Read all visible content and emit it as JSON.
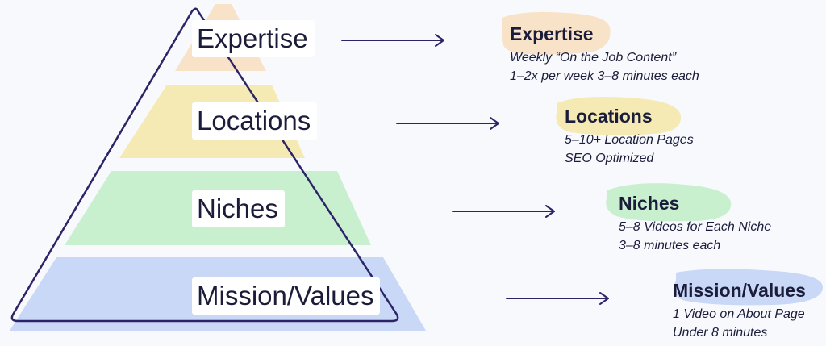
{
  "pyramid": {
    "layers": [
      {
        "label": "Expertise",
        "fill_color": "#f8e3c9",
        "detail_title": "Expertise",
        "detail_lines": [
          "Weekly “On the Job Content”",
          "1–2x per week 3–8 minutes each"
        ]
      },
      {
        "label": "Locations",
        "fill_color": "#f6eab4",
        "detail_title": "Locations",
        "detail_lines": [
          "5–10+ Location Pages",
          "SEO Optimized"
        ]
      },
      {
        "label": "Niches",
        "fill_color": "#c8f0cf",
        "detail_title": "Niches",
        "detail_lines": [
          "5–8 Videos for Each Niche",
          "3–8 minutes each"
        ]
      },
      {
        "label": "Mission/Values",
        "fill_color": "#c9d8f6",
        "detail_title": "Mission/Values",
        "detail_lines": [
          "1 Video on About Page",
          "Under 8 minutes"
        ]
      }
    ],
    "outline_color": "#2c2466",
    "arrow_color": "#2c2466"
  }
}
